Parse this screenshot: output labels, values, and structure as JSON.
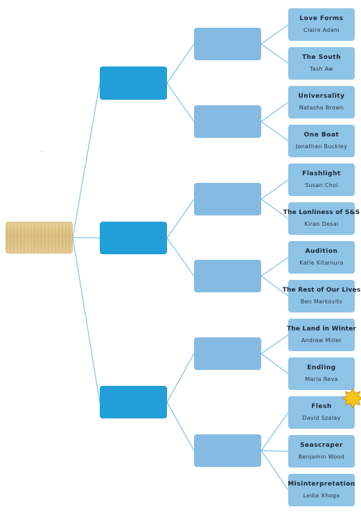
{
  "diagram": {
    "root": {
      "label": ""
    },
    "branches": [
      {
        "label": "",
        "groups": [
          {
            "label": "",
            "books": [
              {
                "title": "Love Forms",
                "author": "Claire Adam"
              },
              {
                "title": "The South",
                "author": "Tash Aw"
              }
            ]
          },
          {
            "label": "",
            "books": [
              {
                "title": "Universality",
                "author": "Natasha Brown"
              },
              {
                "title": "One Boat",
                "author": "Jonathan Buckley"
              }
            ]
          }
        ]
      },
      {
        "label": "",
        "groups": [
          {
            "label": "",
            "books": [
              {
                "title": "Flashlight",
                "author": "Susan Choi"
              },
              {
                "title": "The Lonliness of S&S",
                "author": "Kiran Desai"
              }
            ]
          },
          {
            "label": "",
            "books": [
              {
                "title": "Audition",
                "author": "Katie Kitamura"
              },
              {
                "title": "The Rest of Our Lives",
                "author": "Ben Markovits"
              }
            ]
          }
        ]
      },
      {
        "label": "",
        "groups": [
          {
            "label": "",
            "books": [
              {
                "title": "The Land in Winter",
                "author": "Andrew Miller"
              },
              {
                "title": "Endling",
                "author": "Maria Reva"
              }
            ]
          },
          {
            "label": "",
            "books": [
              {
                "title": "Flesh",
                "author": "David Szalay",
                "starred": true
              },
              {
                "title": "Seascraper",
                "author": "Benjamin Wood"
              },
              {
                "title": "Misinterpretation",
                "author": "Ledia Xhoga"
              }
            ]
          }
        ]
      }
    ],
    "colors": {
      "root": "#e2c98e",
      "branch": "#229ed8",
      "group": "#85bbe2",
      "leaf": "#8ec3e8",
      "connector": "#7cc0e8",
      "star": "#f7c41a"
    },
    "icons": {
      "highlight": "star-icon"
    }
  }
}
